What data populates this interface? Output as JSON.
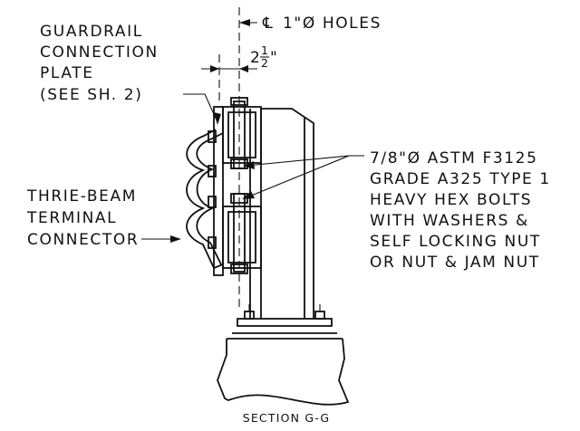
{
  "labels": {
    "holes_callout": "1\"Ø HOLES",
    "centerline_symbol": "℄",
    "spacing_whole": "2",
    "spacing_num": "1",
    "spacing_den": "2",
    "spacing_inch": "\"",
    "plate_line1": "GUARDRAIL",
    "plate_line2": "CONNECTION",
    "plate_line3": "PLATE",
    "plate_line4": "(SEE SH. 2)",
    "bolt_line1": "7/8\"Ø ASTM F3125",
    "bolt_line2": "GRADE A325 TYPE 1",
    "bolt_line3": "HEAVY HEX BOLTS",
    "bolt_line4": "WITH WASHERS &",
    "bolt_line5": "SELF LOCKING NUT",
    "bolt_line6": "OR NUT & JAM NUT",
    "connector_line1": "THRIE-BEAM",
    "connector_line2": "TERMINAL",
    "connector_line3": "CONNECTOR",
    "section_title": "SECTION G-G"
  },
  "colors": {
    "ink": "#111111",
    "background": "#ffffff"
  }
}
